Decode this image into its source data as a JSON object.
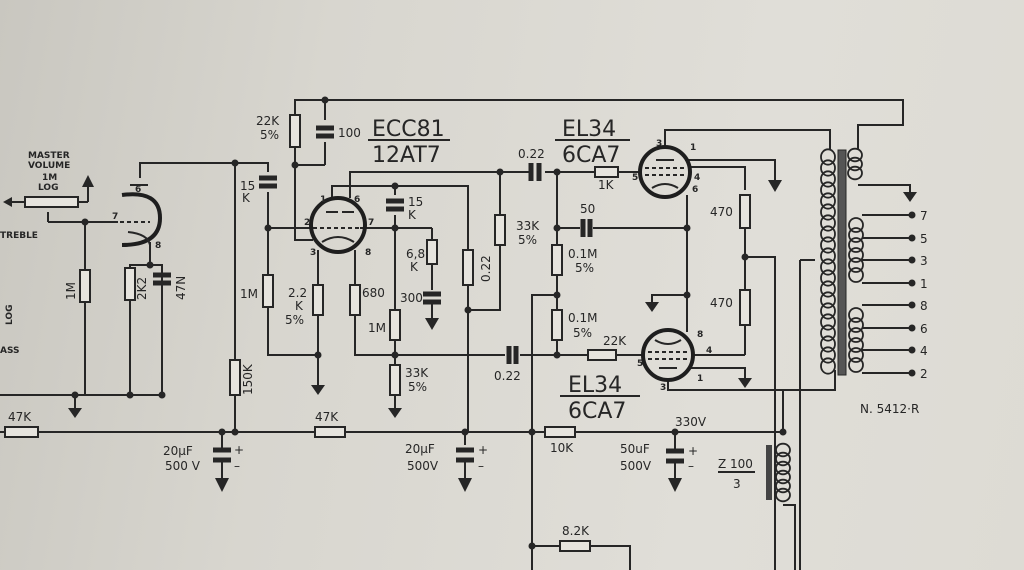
{
  "tubes": {
    "preamp": {
      "name": "ECC81",
      "alt": "12AT7"
    },
    "power_top": {
      "name": "EL34",
      "alt": "6CA7"
    },
    "power_bottom": {
      "name": "EL34",
      "alt": "6CA7"
    }
  },
  "controls": {
    "master_volume": [
      "MASTER",
      "VOLUME",
      "1M",
      "LOG"
    ],
    "treble": "TREBLE",
    "bass_partial": "ASS",
    "log_partial": "LOG"
  },
  "components": {
    "r_22k": [
      "22K",
      "5%"
    ],
    "c_100": "100",
    "c_15k_left": [
      "15",
      "K"
    ],
    "r_1m_grid": "1M",
    "r_2k2": "2K2",
    "c_47n": "47N",
    "r_1m_left": "1M",
    "r_150k": "150K",
    "r_2_2k": [
      "2.2",
      "K",
      "5%"
    ],
    "r_680": "680",
    "c_15k_mid": [
      "15",
      "K"
    ],
    "r_6_8k": [
      "6,8",
      "K"
    ],
    "c_300": "300",
    "r_1m_mid": "1M",
    "r_33k_bottom": [
      "33K",
      "5%"
    ],
    "r_0_22": "0.22",
    "c_0_22_top": "0.22",
    "c_0_22_bottom": "0.22",
    "r_33k_right": [
      "33K",
      "5%"
    ],
    "r_1k": "1K",
    "c_50": "50",
    "r_0_1m_top": [
      "0.1M",
      "5%"
    ],
    "r_0_1m_bottom": [
      "0.1M",
      "5%"
    ],
    "r_22k_grid": "22K",
    "r_470_top": "470",
    "r_470_bottom": "470",
    "r_47k_left": "47K",
    "r_47k_mid": "47K",
    "r_10k": "10K",
    "r_8_2k": "8.2K",
    "c_20uf_1": [
      "20µF",
      "500 V"
    ],
    "c_20uf_2": [
      "20µF",
      "500V"
    ],
    "c_50uf": [
      "50uF",
      "500V"
    ],
    "voltage_node": "330V",
    "choke": [
      "Z 100",
      "3"
    ]
  },
  "pins": {
    "pre_left": [
      "6",
      "7",
      "8"
    ],
    "ecc81": [
      "1",
      "6",
      "2",
      "7",
      "3",
      "8"
    ],
    "el34_top": [
      "3",
      "1",
      "5",
      "4",
      "6"
    ],
    "el34_bottom": [
      "8",
      "5",
      "4",
      "1",
      "3"
    ]
  },
  "transformer": {
    "taps": [
      "7",
      "5",
      "3",
      "1",
      "8",
      "6",
      "4",
      "2"
    ],
    "part_number": "N. 5412·R"
  },
  "polarity": {
    "plus": "+",
    "minus": "–"
  }
}
